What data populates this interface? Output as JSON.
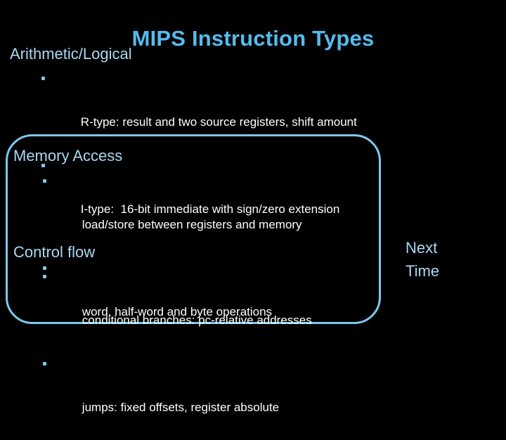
{
  "slide": {
    "title": "MIPS Instruction Types",
    "background_color": "#000000",
    "title_color": "#55bbee",
    "heading_color": "#a8d8f0",
    "body_color": "#ffffff",
    "accent_color": "#7ec8ec"
  },
  "sections": [
    {
      "heading": "Arithmetic/Logical",
      "bullets": [
        "R-type: result and two source registers, shift amount",
        "I-type:  16-bit immediate with sign/zero extension"
      ]
    },
    {
      "heading": "Memory Access",
      "bullets": [
        "load/store between registers and memory",
        "word, half-word and byte operations"
      ]
    },
    {
      "heading": "Control flow",
      "bullets": [
        "conditional branches: pc-relative addresses",
        "jumps: fixed offsets, register absolute"
      ]
    }
  ],
  "side_note": {
    "line1": "Next",
    "line2": "Time"
  }
}
